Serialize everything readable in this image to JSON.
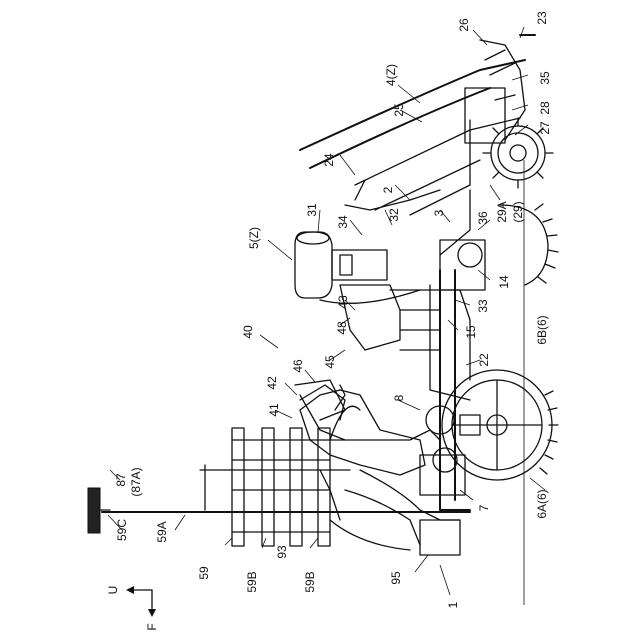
{
  "labels": {
    "l26": "26",
    "l23": "23",
    "l4z": "4(Z)",
    "l35": "35",
    "l25": "25",
    "l28": "28",
    "l27": "27",
    "l24": "24",
    "l29a": "29A",
    "l29": "(29)",
    "l2": "2",
    "l31": "31",
    "l3": "3",
    "l36": "36",
    "l34": "34",
    "l32": "32",
    "l5z": "5(Z)",
    "l14": "14",
    "l43": "43",
    "l33": "33",
    "l48": "48",
    "l6b": "6B(6)",
    "l15": "15",
    "l40": "40",
    "l45": "45",
    "l22": "22",
    "l46": "46",
    "l42": "42",
    "l8": "8",
    "l41": "41",
    "l87": "87",
    "l87a": "(87A)",
    "l6a": "6A(6)",
    "l59c": "59C",
    "l59a": "59A",
    "l7": "7",
    "l59": "59",
    "l93": "93",
    "l59b1": "59B",
    "l59b2": "59B",
    "l95": "95",
    "l1": "1",
    "lu": "U",
    "lf": "F"
  },
  "colors": {
    "line": "#111111",
    "background": "#ffffff"
  }
}
